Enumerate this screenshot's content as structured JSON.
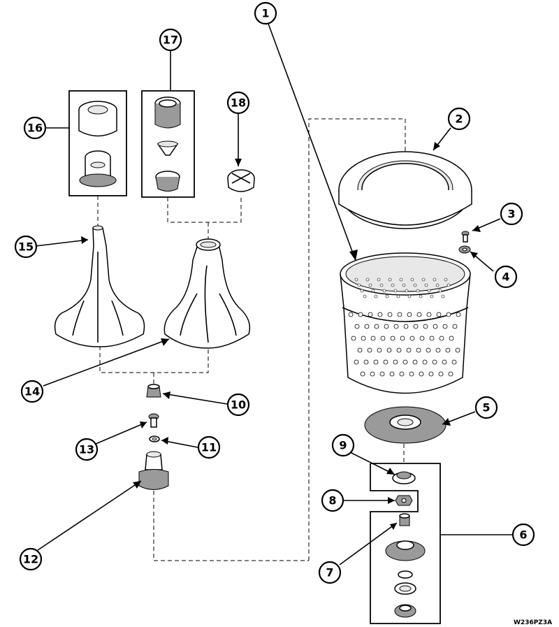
{
  "diagram": {
    "drawing_code": "W236PZ3A",
    "callouts": [
      {
        "label": "1"
      },
      {
        "label": "2"
      },
      {
        "label": "3"
      },
      {
        "label": "4"
      },
      {
        "label": "5"
      },
      {
        "label": "6"
      },
      {
        "label": "7"
      },
      {
        "label": "8"
      },
      {
        "label": "9"
      },
      {
        "label": "10"
      },
      {
        "label": "11"
      },
      {
        "label": "12"
      },
      {
        "label": "13"
      },
      {
        "label": "14"
      },
      {
        "label": "15"
      },
      {
        "label": "16"
      },
      {
        "label": "17"
      },
      {
        "label": "18"
      }
    ]
  }
}
